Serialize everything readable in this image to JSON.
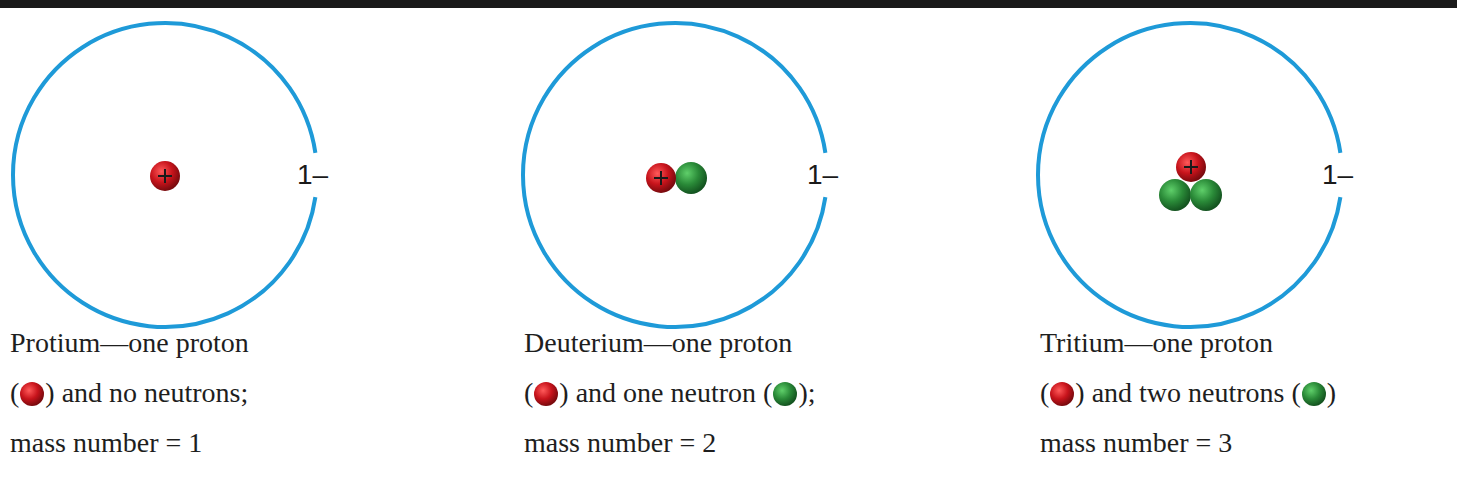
{
  "diagram": {
    "nodes": [
      {
        "text": [
          "1–"
        ]
      },
      {
        "text": [
          "1–"
        ]
      },
      {
        "text": [
          "1–"
        ]
      }
    ],
    "labels": [
      "Protium—one proton",
      "(",
      ") and no neutrons;",
      "mass number = 1",
      "Deuterium—one proton",
      "(",
      ") and one neutron (",
      ");",
      "mass number = 2",
      "Tritium—one proton",
      "(",
      ") and two neutrons (",
      ")",
      "mass number = 3"
    ]
  }
}
